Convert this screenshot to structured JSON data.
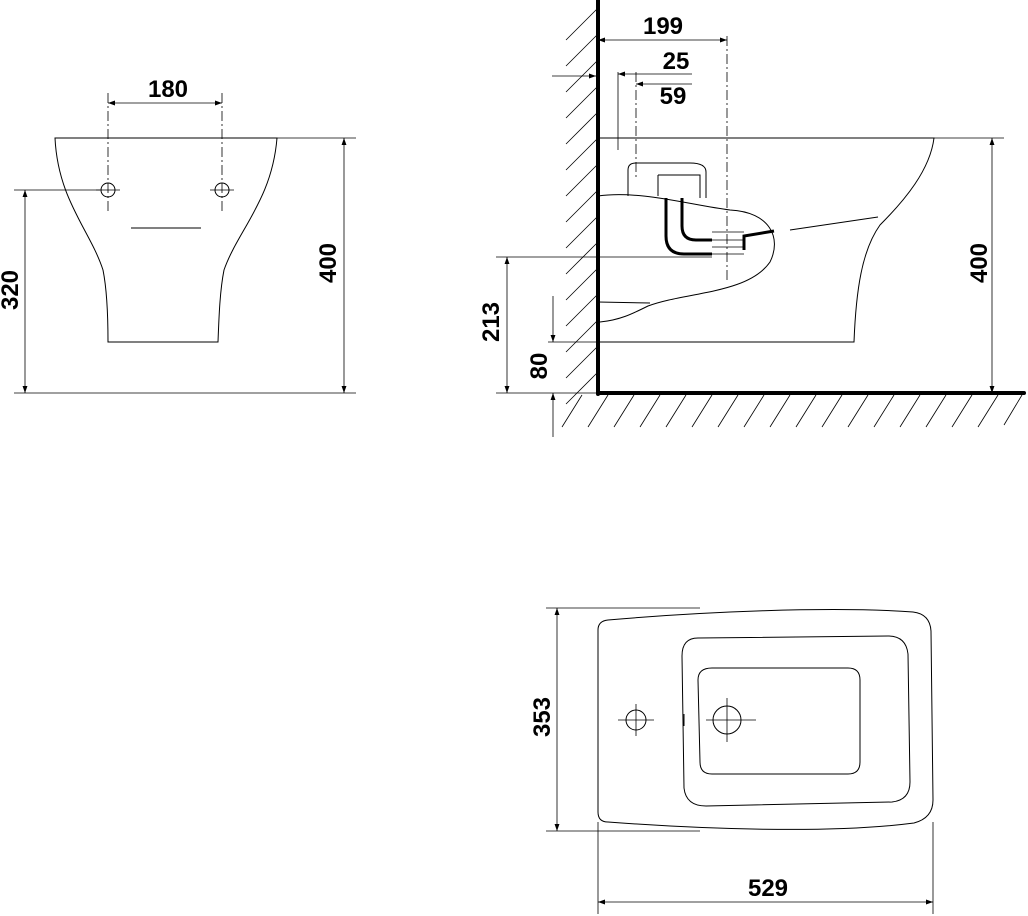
{
  "dimensions": {
    "front_hole_spacing": "180",
    "front_hole_height": "320",
    "front_height": "400",
    "side_hole_distance": "199",
    "side_offset_small": "25",
    "side_offset_pipe": "59",
    "side_height": "400",
    "side_drain_height": "213",
    "side_floor_gap": "80",
    "top_width": "353",
    "top_length": "529"
  }
}
